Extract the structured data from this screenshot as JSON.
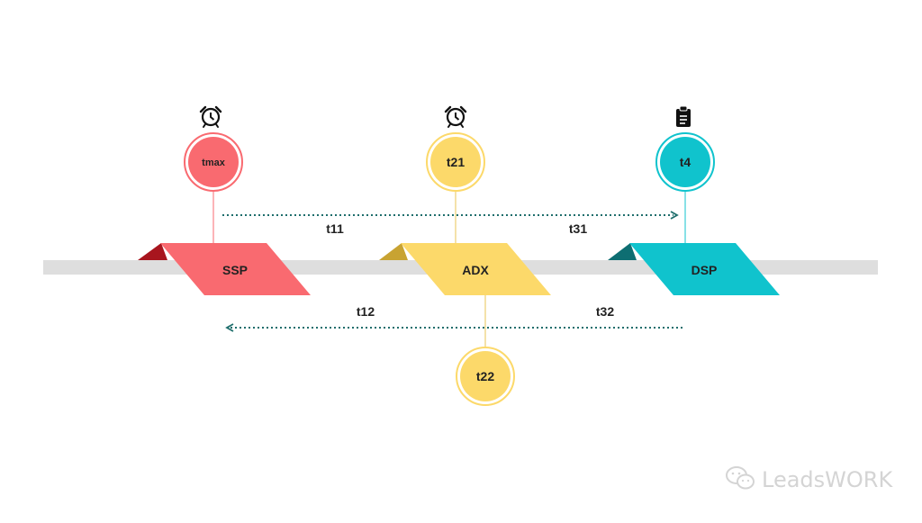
{
  "colors": {
    "ssp": "#f96a70",
    "ssp_dark": "#a8151e",
    "adx": "#fcd96a",
    "adx_dark": "#c8a332",
    "dsp": "#10c3cd",
    "dsp_dark": "#0e6e72",
    "track": "#dedede",
    "arrow": "#1e6e6c",
    "text": "#222222",
    "watermark": "#d4d4d4"
  },
  "blocks": [
    {
      "id": "ssp",
      "label": "SSP"
    },
    {
      "id": "adx",
      "label": "ADX"
    },
    {
      "id": "dsp",
      "label": "DSP"
    }
  ],
  "nodes": [
    {
      "id": "tmax",
      "label": "tmax",
      "icon": "alarm-clock-icon"
    },
    {
      "id": "t21",
      "label": "t21",
      "icon": "alarm-clock-icon"
    },
    {
      "id": "t4",
      "label": "t4",
      "icon": "clipboard-icon"
    },
    {
      "id": "t22",
      "label": "t22",
      "icon": ""
    }
  ],
  "arrows": {
    "forward": {
      "direction": "right",
      "labels": [
        "t11",
        "t31"
      ]
    },
    "backward": {
      "direction": "left",
      "labels": [
        "t12",
        "t32"
      ]
    }
  },
  "watermark": {
    "text": "LeadsWORK",
    "icon": "wechat-icon"
  }
}
